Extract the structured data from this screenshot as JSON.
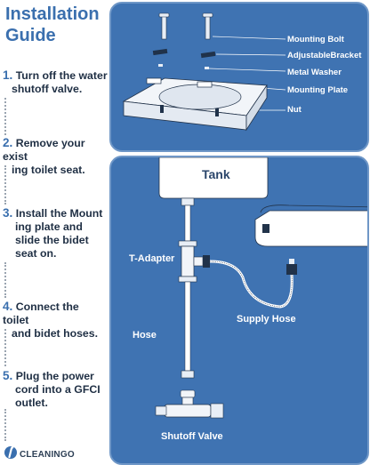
{
  "title": {
    "line1": "Installation",
    "line2": "Guide"
  },
  "steps": [
    {
      "num": "1.",
      "line1": "Turn off the water",
      "line2": "shutoff valve.",
      "line3": ""
    },
    {
      "num": "2.",
      "line1": "Remove your exist",
      "line2": "ing toilet seat.",
      "line3": ""
    },
    {
      "num": "3.",
      "line1": "Install the Mount",
      "line2": "ing plate and",
      "line3": "slide the bidet",
      "line4": "seat on."
    },
    {
      "num": "4.",
      "line1": "Connect the toilet",
      "line2": "and bidet hoses.",
      "line3": ""
    },
    {
      "num": "5.",
      "line1": "Plug the power",
      "line2": "cord into a GFCI",
      "line3": "outlet."
    }
  ],
  "parts_labels": {
    "bolt": "Mounting Bolt",
    "bracket": "AdjustableBracket",
    "washer": "Metal Washer",
    "plate": "Mounting Plate",
    "nut": "Nut"
  },
  "hose_labels": {
    "tank": "Tank",
    "tadapter": "T-Adapter",
    "hose": "Hose",
    "supply": "Supply Hose",
    "valve": "Shutoff Valve"
  },
  "brand": "CLEANINGO",
  "colors": {
    "panel": "#3f73b2",
    "accent": "#3a6fae",
    "text": "#1f2f44"
  },
  "icons": [
    "cleaningo-logo-icon"
  ]
}
